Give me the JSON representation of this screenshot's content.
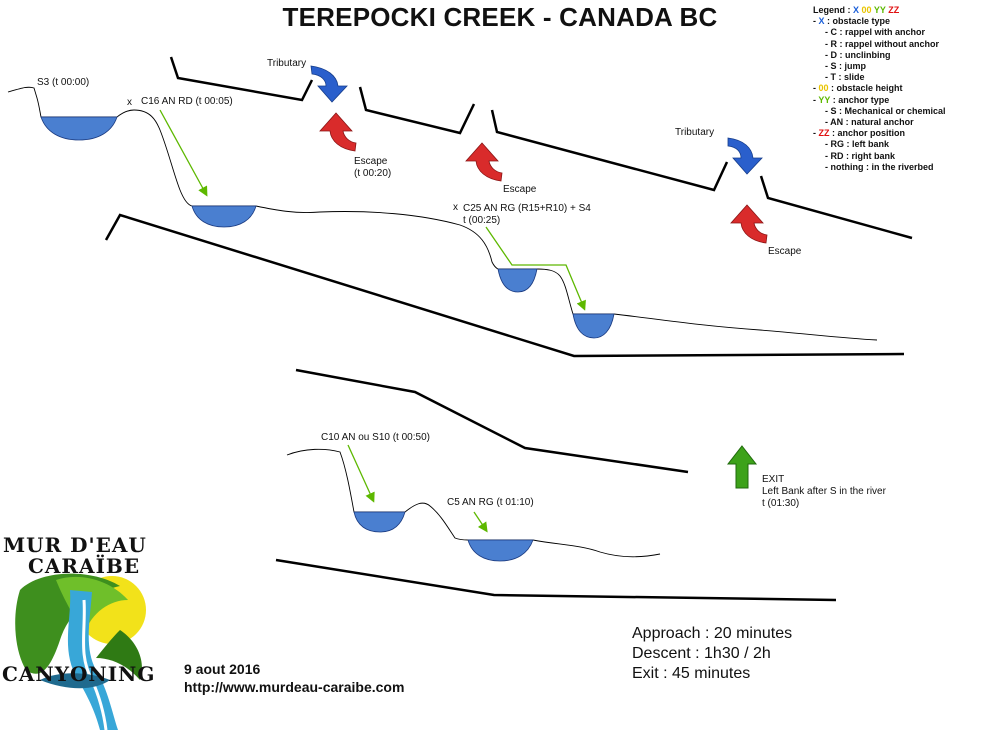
{
  "title": "TEREPOCKI CREEK - CANADA BC",
  "legend": {
    "heading": "Legend :",
    "codes": [
      "X",
      "00",
      "YY",
      "ZZ"
    ],
    "rows": [
      {
        "level": 0,
        "marker": "X",
        "marker_color": "#1a5ed8",
        "text": ": obstacle type"
      },
      {
        "level": 1,
        "text": "- C : rappel with anchor"
      },
      {
        "level": 1,
        "text": "- R : rappel without anchor"
      },
      {
        "level": 1,
        "text": "- D : unclinbing"
      },
      {
        "level": 1,
        "text": "- S : jump"
      },
      {
        "level": 1,
        "text": "- T : slide"
      },
      {
        "level": 0,
        "marker": "00",
        "marker_color": "#e8c400",
        "text": ": obstacle height"
      },
      {
        "level": 0,
        "marker": "YY",
        "marker_color": "#5db800",
        "text": ": anchor type"
      },
      {
        "level": 1,
        "text": "- S : Mechanical or chemical"
      },
      {
        "level": 1,
        "text": "- AN : natural anchor"
      },
      {
        "level": 0,
        "marker": "ZZ",
        "marker_color": "#e01010",
        "text": ": anchor position"
      },
      {
        "level": 1,
        "text": "- RG : left bank"
      },
      {
        "level": 1,
        "text": "- RD : right bank"
      },
      {
        "level": 1,
        "text": "- nothing : in the riverbed"
      }
    ]
  },
  "labels": {
    "start": "S3 (t 00:00)",
    "c16": "C16 AN RD (t 00:05)",
    "c25_line1": "C25 AN RG (R15+R10) + S4",
    "c25_line2": "t (00:25)",
    "c10": "C10 AN ou S10 (t 00:50)",
    "c5": "C5 AN RG (t 01:10)",
    "tributary_1": "Tributary",
    "tributary_2": "Tributary",
    "escape_1_line1": "Escape",
    "escape_1_line2": "(t 00:20)",
    "escape_2": "Escape",
    "escape_3": "Escape",
    "exit_line1": "EXIT",
    "exit_line2": "Left Bank after S in the river",
    "exit_line3": "t (01:30)",
    "x_mark": "x"
  },
  "info": {
    "approach": "Approach : 20 minutes",
    "descent": "Descent : 1h30 / 2h",
    "exit": "Exit : 45 minutes"
  },
  "footer": {
    "date": "9 aout 2016",
    "url": "http://www.murdeau-caraibe.com"
  },
  "logo": {
    "line1": "MUR D'EAU",
    "line2": "CARAÏBE",
    "line3": "CANYONING"
  },
  "colors": {
    "pool": "#4a7fd0",
    "tributary_arrow": "#2a5fcc",
    "escape_arrow": "#d92b2b",
    "exit_arrow": "#3da21a",
    "pointer_arrow": "#5db800"
  }
}
